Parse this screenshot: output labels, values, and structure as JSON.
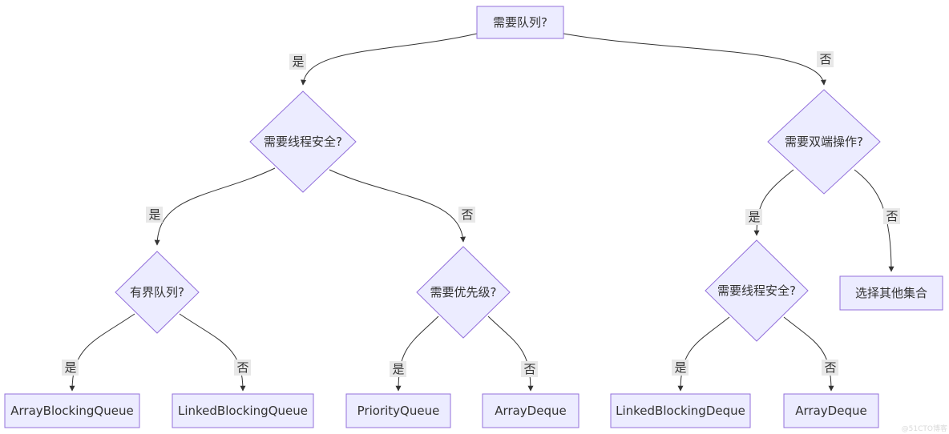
{
  "diagram_type": "flowchart",
  "colors": {
    "node_fill": "#ECECFF",
    "node_border": "#9370DB",
    "edge_line": "#333333",
    "edge_label_bg": "#e8e8e8",
    "text": "#333333"
  },
  "nodes": [
    {
      "id": "need-queue",
      "shape": "rect",
      "label": "需要队列?"
    },
    {
      "id": "thread-safe-left",
      "shape": "diamond",
      "label": "需要线程安全?"
    },
    {
      "id": "deque-op",
      "shape": "diamond",
      "label": "需要双端操作?"
    },
    {
      "id": "bounded-queue",
      "shape": "diamond",
      "label": "有界队列?"
    },
    {
      "id": "need-priority",
      "shape": "diamond",
      "label": "需要优先级?"
    },
    {
      "id": "thread-safe-right",
      "shape": "diamond",
      "label": "需要线程安全?"
    },
    {
      "id": "other-collection",
      "shape": "rect",
      "label": "选择其他集合"
    },
    {
      "id": "array-blocking-queue",
      "shape": "rect",
      "label": "ArrayBlockingQueue"
    },
    {
      "id": "linked-blocking-queue",
      "shape": "rect",
      "label": "LinkedBlockingQueue"
    },
    {
      "id": "priority-queue",
      "shape": "rect",
      "label": "PriorityQueue"
    },
    {
      "id": "array-deque-1",
      "shape": "rect",
      "label": "ArrayDeque"
    },
    {
      "id": "linked-blocking-deque",
      "shape": "rect",
      "label": "LinkedBlockingDeque"
    },
    {
      "id": "array-deque-2",
      "shape": "rect",
      "label": "ArrayDeque"
    }
  ],
  "edges": [
    {
      "from": "need-queue",
      "to": "thread-safe-left",
      "label": "是"
    },
    {
      "from": "need-queue",
      "to": "deque-op",
      "label": "否"
    },
    {
      "from": "thread-safe-left",
      "to": "bounded-queue",
      "label": "是"
    },
    {
      "from": "thread-safe-left",
      "to": "need-priority",
      "label": "否"
    },
    {
      "from": "deque-op",
      "to": "thread-safe-right",
      "label": "是"
    },
    {
      "from": "deque-op",
      "to": "other-collection",
      "label": "否"
    },
    {
      "from": "bounded-queue",
      "to": "array-blocking-queue",
      "label": "是"
    },
    {
      "from": "bounded-queue",
      "to": "linked-blocking-queue",
      "label": "否"
    },
    {
      "from": "need-priority",
      "to": "priority-queue",
      "label": "是"
    },
    {
      "from": "need-priority",
      "to": "array-deque-1",
      "label": "否"
    },
    {
      "from": "thread-safe-right",
      "to": "linked-blocking-deque",
      "label": "是"
    },
    {
      "from": "thread-safe-right",
      "to": "array-deque-2",
      "label": "否"
    }
  ],
  "watermark": "@51CTO博客"
}
